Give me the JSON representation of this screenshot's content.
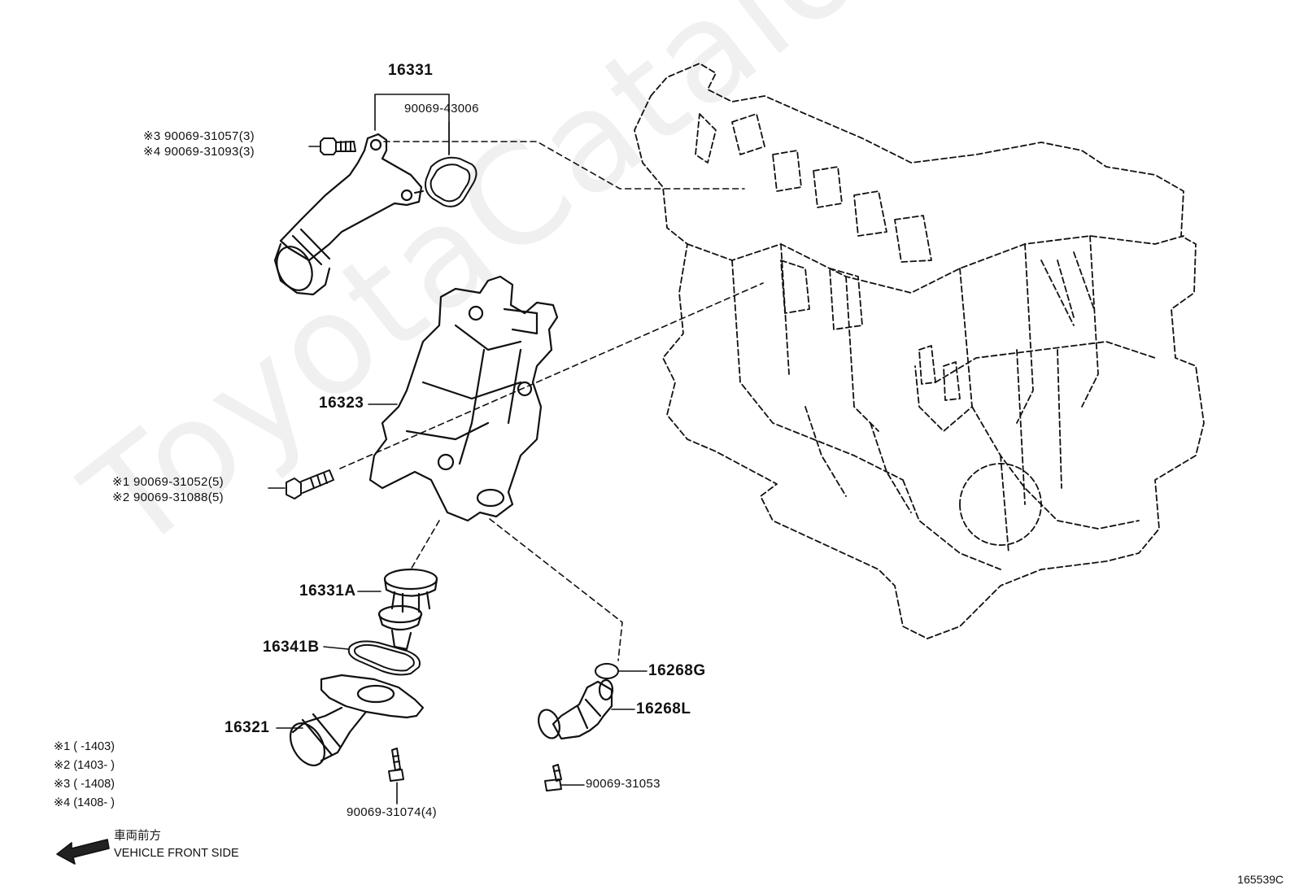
{
  "labels": {
    "p16331": "16331",
    "p90069_43006": "90069-43006",
    "p16323": "16323",
    "p16331A": "16331A",
    "p16341B": "16341B",
    "p16321": "16321",
    "p16268G": "16268G",
    "p16268L": "16268L",
    "p90069_31053": "90069-31053",
    "p90069_31074": "90069-31074(4)"
  },
  "bolts": {
    "b3": "※3 90069-31057(3)",
    "b4": "※4 90069-31093(3)",
    "b1": "※1 90069-31052(5)",
    "b2": "※2 90069-31088(5)"
  },
  "notes": [
    "※1 (        -1403)",
    "※2 (1403-        )",
    "※3 (        -1408)",
    "※4 (1408-        )"
  ],
  "front": {
    "japanese": "車両前方",
    "english": "VEHICLE FRONT SIDE"
  },
  "diagram_code": "165539C",
  "watermark": "ToyotaCatalog.ru",
  "icons": [
    "front-arrow-icon"
  ]
}
